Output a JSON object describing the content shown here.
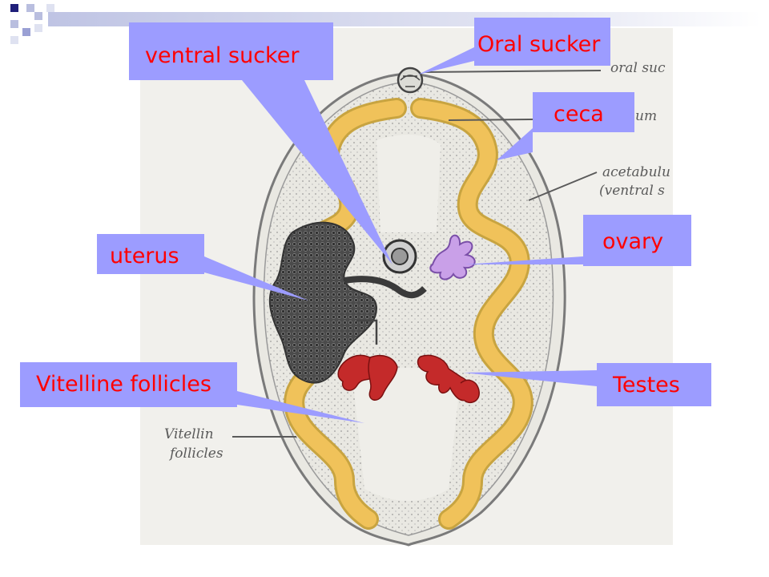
{
  "slide": {
    "background": "#ffffff",
    "accent": "#1f1f7a",
    "callout_fill": "#9c9cff",
    "callout_text_color": "#ff0000"
  },
  "labels": {
    "oral_sucker": "Oral sucker",
    "ventral_sucker": "ventral sucker",
    "ceca": "ceca",
    "ovary": "ovary",
    "uterus": "uterus",
    "testes": "Testes",
    "vitelline_follicles": "Vitelline follicles"
  },
  "handwritten": {
    "oral_suc": "oral suc",
    "um": "um",
    "acetabulum": "acetabulu",
    "ventral_s": "(ventral s",
    "vitellin": "Vitellin",
    "follicles": "follicles"
  }
}
